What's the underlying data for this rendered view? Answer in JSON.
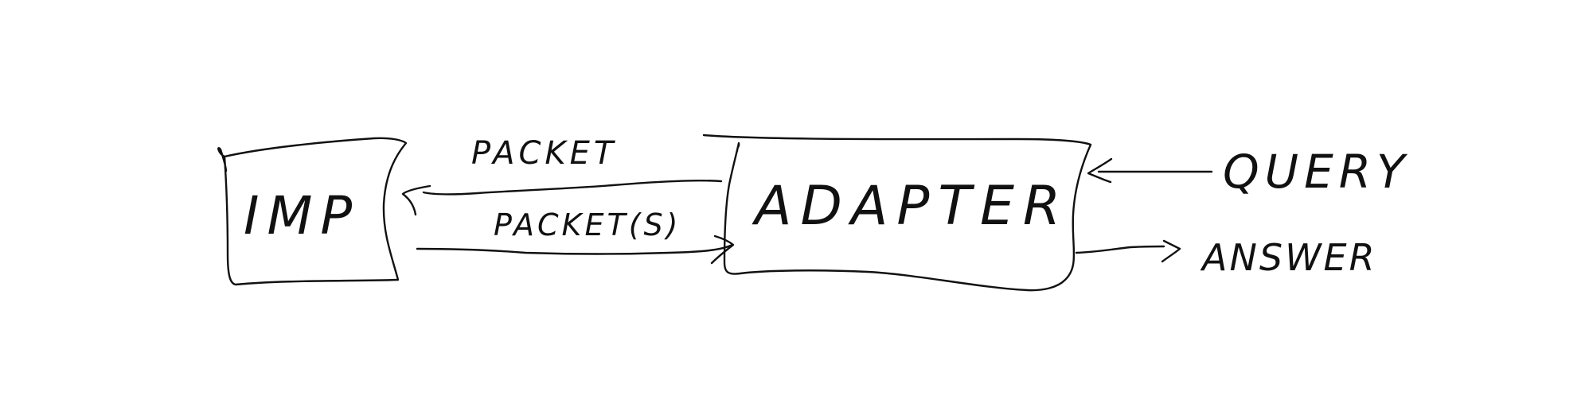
{
  "diagram": {
    "nodes": {
      "imp": {
        "label": "IMP"
      },
      "adapter": {
        "label": "ADAPTER"
      }
    },
    "edges": {
      "packet_in": {
        "label": "PACKET"
      },
      "packets_out": {
        "label": "PACKET(S)"
      },
      "query": {
        "label": "QUERY"
      },
      "answer": {
        "label": "ANSWER"
      }
    }
  }
}
